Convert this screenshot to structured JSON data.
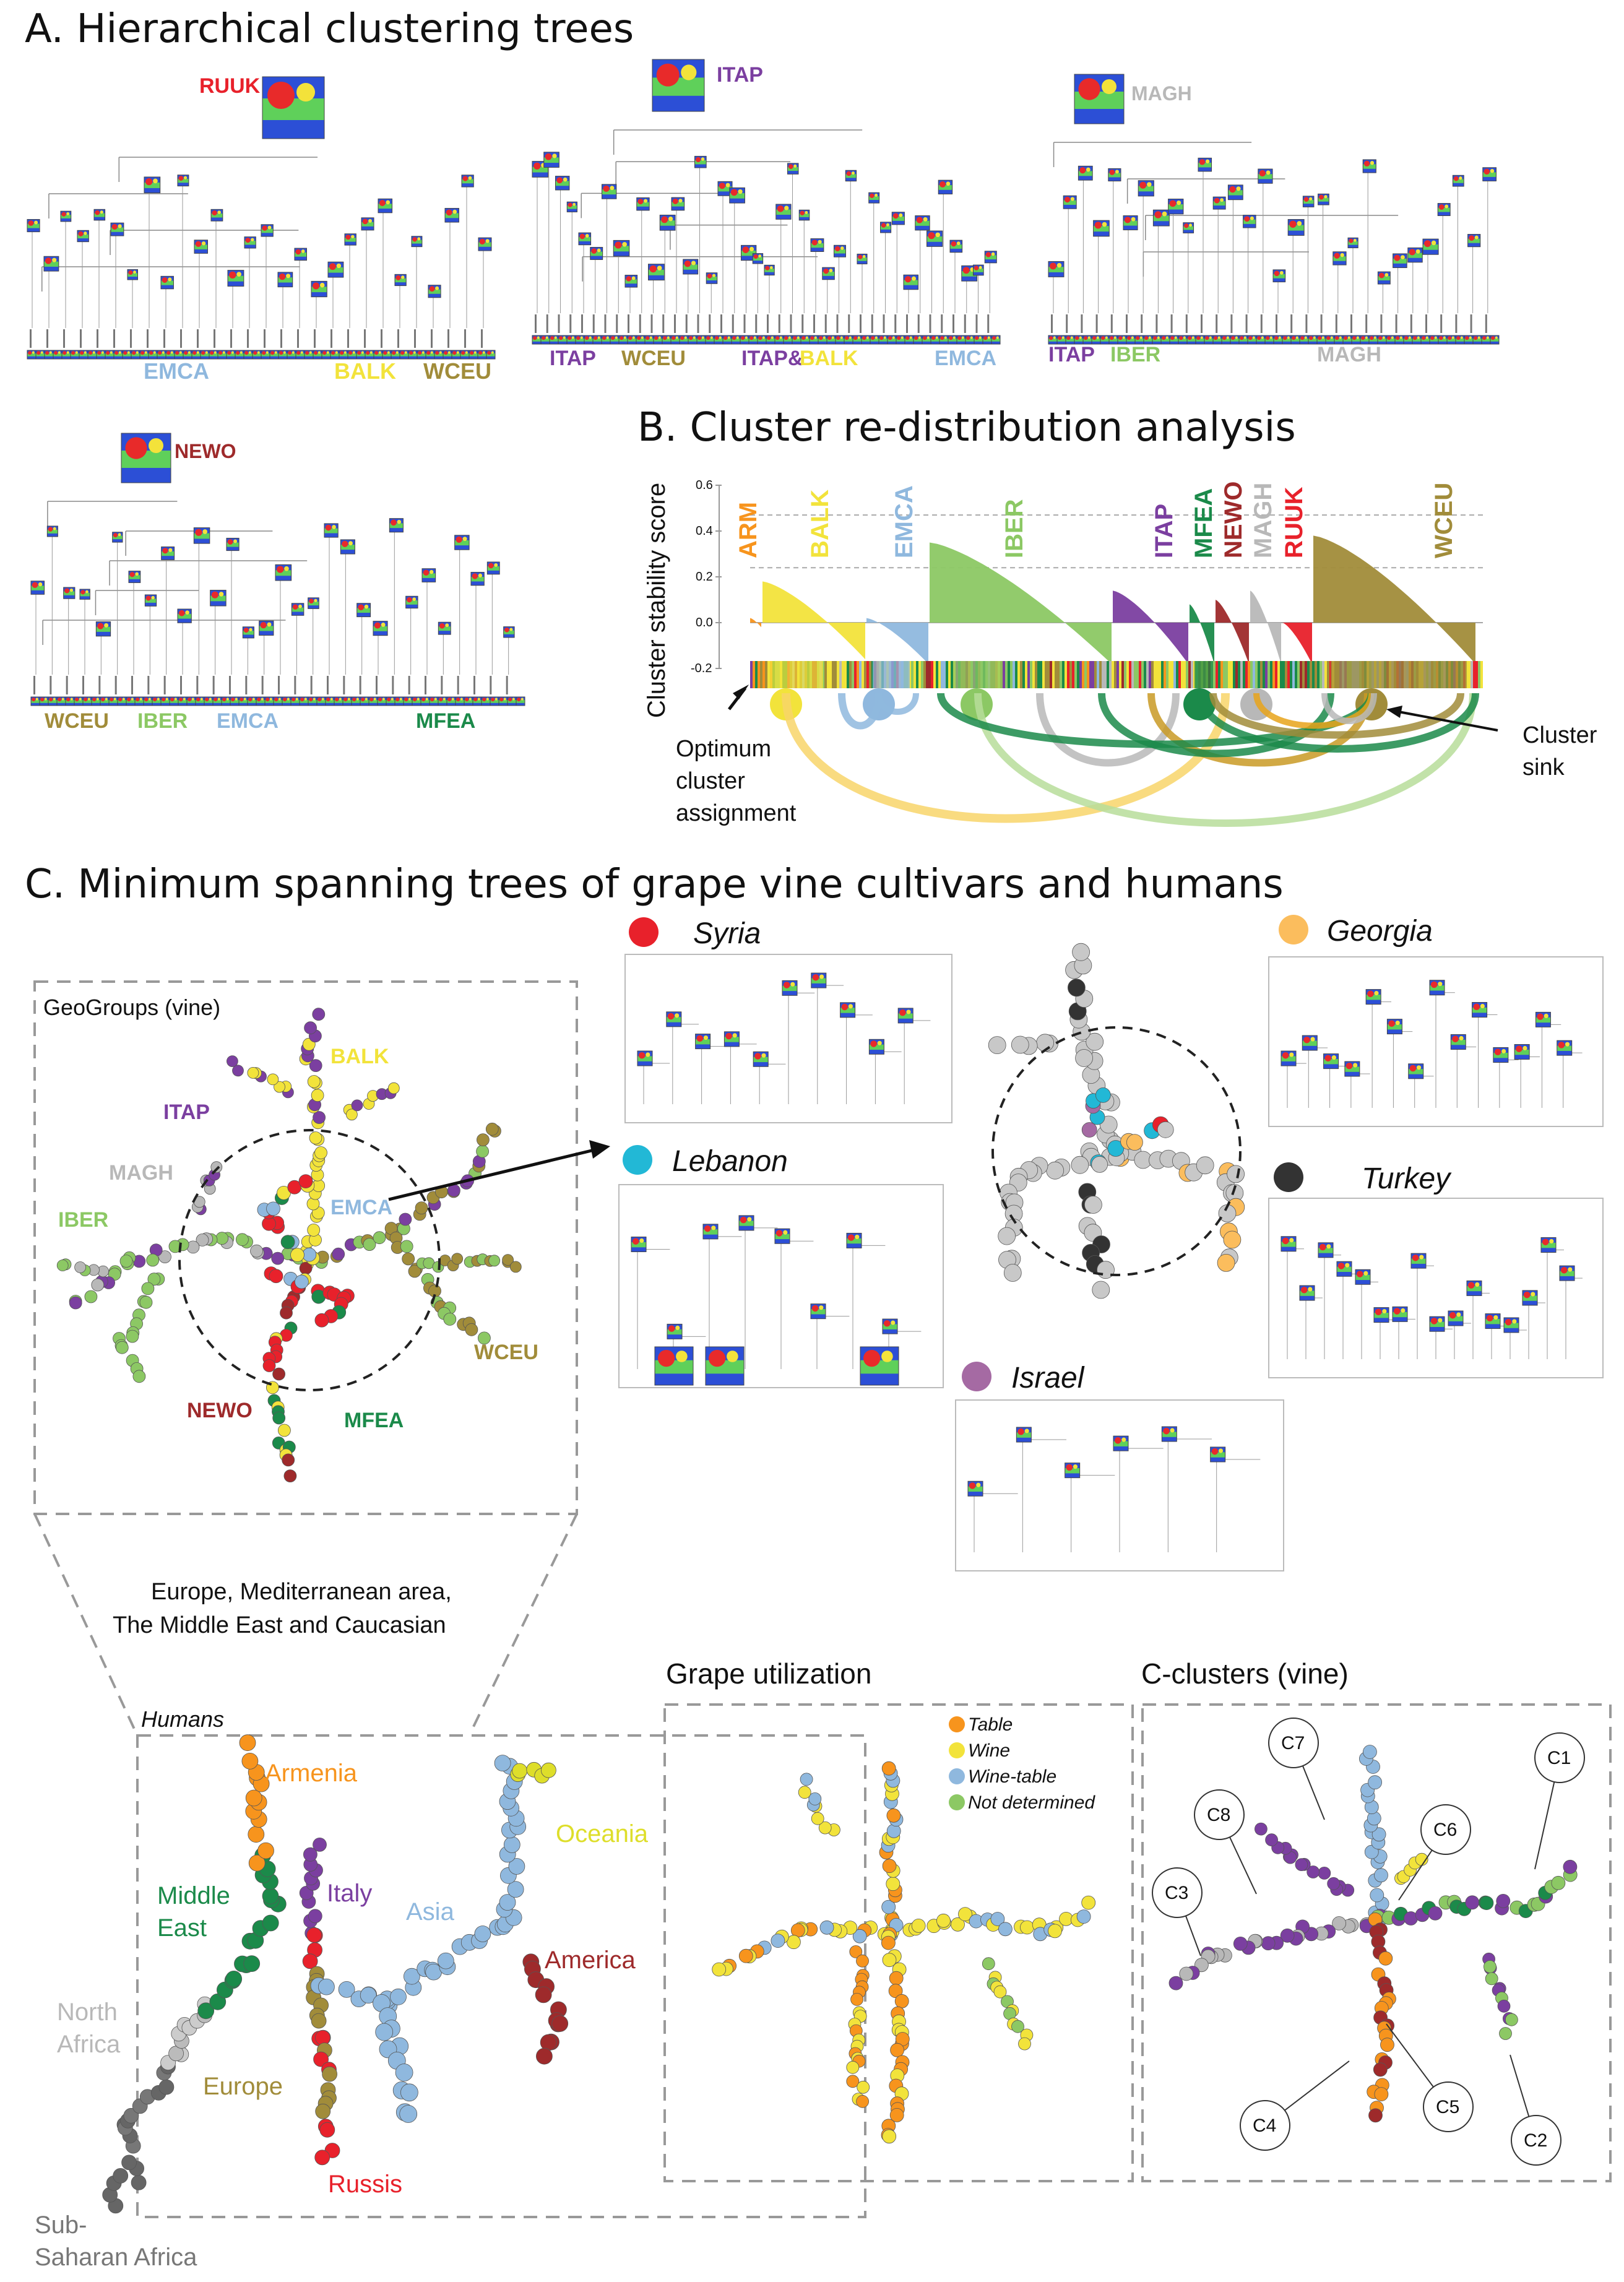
{
  "panel_a": {
    "title": "A. Hierarchical clustering trees",
    "trees": [
      {
        "root": "RUUK",
        "groups": [
          "EMCA",
          "BALK",
          "WCEU"
        ]
      },
      {
        "root": "ITAP",
        "groups": [
          "ITAP",
          "WCEU",
          "ITAP&",
          "BALK",
          "EMCA"
        ]
      },
      {
        "root": "MAGH",
        "groups": [
          "ITAP",
          "IBER",
          "MAGH"
        ]
      },
      {
        "root": "NEWO",
        "groups": [
          "WCEU",
          "IBER",
          "EMCA",
          "MFEA"
        ]
      }
    ]
  },
  "panel_b": {
    "title": "B. Cluster re-distribution analysis",
    "ylabel": "Cluster stability score",
    "yticks": [
      "0.6",
      "0.4",
      "0.2",
      "0.0",
      "-0.2"
    ],
    "groups": [
      "ARM",
      "BALK",
      "EMCA",
      "IBER",
      "ITAP",
      "MFEA",
      "NEWO",
      "MAGH",
      "RUUK",
      "WCEU"
    ],
    "annot_left": [
      "Optimum",
      "cluster",
      "assignment"
    ],
    "annot_right": [
      "Cluster",
      "sink"
    ]
  },
  "panel_c": {
    "title": "C. Minimum spanning trees of grape vine cultivars and humans",
    "geogroups": {
      "title": "GeoGroups (vine)",
      "labels": [
        "BALK",
        "ITAP",
        "MAGH",
        "IBER",
        "EMCA",
        "WCEU",
        "NEWO",
        "MFEA"
      ]
    },
    "zoom_caption": [
      "Europe, Mediterranean area,",
      "The Middle East and Caucasian"
    ],
    "countries": [
      "Syria",
      "Lebanon",
      "Israel",
      "Georgia",
      "Turkey"
    ],
    "humans": {
      "title": "Humans",
      "labels": [
        "Armenia",
        "Middle",
        "East",
        "Italy",
        "Asia",
        "Oceania",
        "America",
        "North",
        "Africa",
        "Europe",
        "Russis",
        "Sub-",
        "Saharan Africa"
      ]
    },
    "utilization": {
      "title": "Grape utilization",
      "legend": [
        "Table",
        "Wine",
        "Wine-table",
        "Not determined"
      ]
    },
    "cclusters": {
      "title": "C-clusters (vine)",
      "labels": [
        "C7",
        "C1",
        "C8",
        "C6",
        "C3",
        "C5",
        "C4",
        "C2"
      ]
    }
  },
  "colors": {
    "ARM": "#f7941d",
    "BALK": "#f2e33b",
    "EMCA": "#8fb8de",
    "IBER": "#8cc864",
    "ITAP": "#7b3fa0",
    "MFEA": "#1b8a4a",
    "NEWO": "#9e2a2b",
    "MAGH": "#b8b8b8",
    "RUUK": "#e8212b",
    "WCEU": "#a18c3a",
    "Syria": "#e8212b",
    "Lebanon": "#22b8d6",
    "Israel": "#a56aa3",
    "Georgia": "#fbbd5d",
    "Turkey": "#333333",
    "Table": "#f7941d",
    "Wine": "#f2e33b",
    "Wine-table": "#8fb8de",
    "Not determined": "#8cc864",
    "grey_node": "#c8c8c8"
  }
}
